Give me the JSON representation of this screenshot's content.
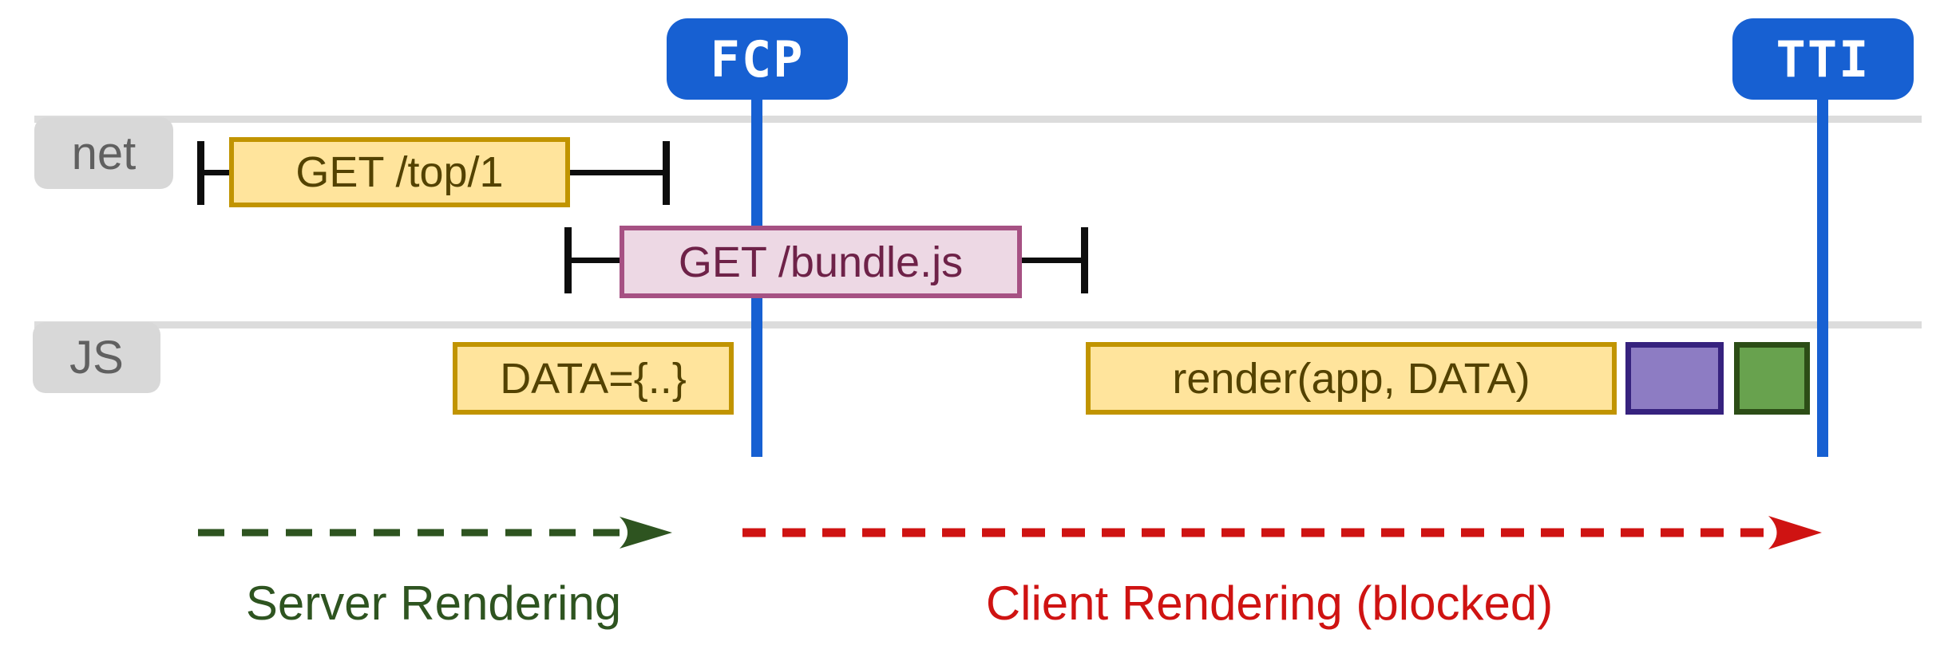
{
  "badges": {
    "fcp": {
      "label": "FCP"
    },
    "tti": {
      "label": "TTI"
    }
  },
  "tracks": {
    "net": {
      "label": "net"
    },
    "js": {
      "label": "JS"
    }
  },
  "requests": {
    "get_top": {
      "label": "GET /top/1"
    },
    "get_bundle": {
      "label": "GET /bundle.js"
    }
  },
  "js_tasks": {
    "data": {
      "label": "DATA={..}"
    },
    "render": {
      "label": "render(app, DATA)"
    }
  },
  "phases": {
    "server": {
      "label": "Server Rendering"
    },
    "client": {
      "label": "Client Rendering (blocked)"
    }
  },
  "colors": {
    "blue": "#1760D2",
    "gray_line": "#DCDCDC",
    "label_fill": "#D8D8D8",
    "label_text": "#606060",
    "whisker": "#0D0D0D",
    "yellow_fill": "#FFE49C",
    "yellow_border": "#C19400",
    "yellow_text": "#534200",
    "pink_fill": "#EDD8E4",
    "pink_border": "#A65183",
    "pink_text": "#6E2248",
    "purple_fill": "#8D7CC3",
    "purple_border": "#36227E",
    "green_fill": "#68A24E",
    "green_border": "#2C4D16",
    "server": "#2E5420",
    "client": "#CF1312"
  }
}
